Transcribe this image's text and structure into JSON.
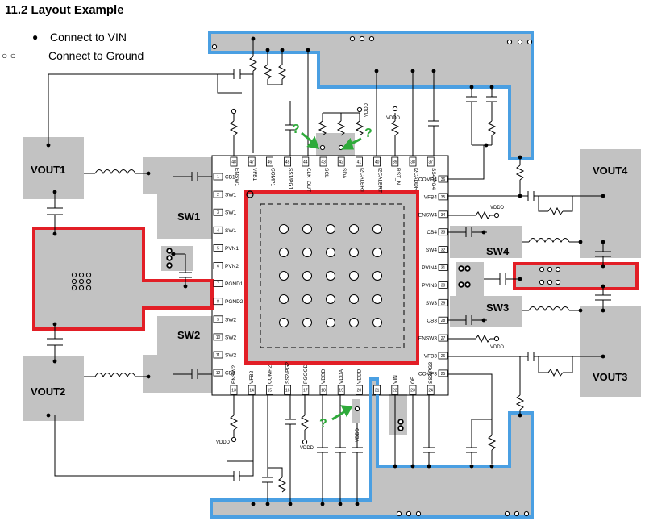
{
  "header": {
    "title": "11.2   Layout Example"
  },
  "legend": {
    "vin": "Connect to VIN",
    "ground": "Connect to Ground"
  },
  "nodes": {
    "vout1": "VOUT1",
    "vout2": "VOUT2",
    "vout3": "VOUT3",
    "vout4": "VOUT4",
    "sw1": "SW1",
    "sw2": "SW2",
    "sw3": "SW3",
    "sw4": "SW4"
  },
  "vddd_labels": [
    "VDDD",
    "VDDD",
    "VDDD",
    "VDDD",
    "VDDD",
    "VDDD",
    "VDDD"
  ],
  "question_mark": "?",
  "pins": {
    "left": [
      {
        "num": "1",
        "name": "CB1"
      },
      {
        "num": "2",
        "name": "SW1"
      },
      {
        "num": "3",
        "name": "SW1"
      },
      {
        "num": "4",
        "name": "SW1"
      },
      {
        "num": "5",
        "name": "PVN1"
      },
      {
        "num": "6",
        "name": "PVN2"
      },
      {
        "num": "7",
        "name": "PGND1"
      },
      {
        "num": "8",
        "name": "PGND2"
      },
      {
        "num": "9",
        "name": "SW2"
      },
      {
        "num": "10",
        "name": "SW2"
      },
      {
        "num": "11",
        "name": "SW2"
      },
      {
        "num": "12",
        "name": "CB2"
      }
    ],
    "right": [
      {
        "num": "36",
        "name": "COMP4"
      },
      {
        "num": "35",
        "name": "VFB4"
      },
      {
        "num": "34",
        "name": "ENSW4"
      },
      {
        "num": "33",
        "name": "CB4"
      },
      {
        "num": "32",
        "name": "SW4"
      },
      {
        "num": "31",
        "name": "PVIN4"
      },
      {
        "num": "30",
        "name": "PVIN3"
      },
      {
        "num": "29",
        "name": "SW3"
      },
      {
        "num": "28",
        "name": "CB3"
      },
      {
        "num": "27",
        "name": "ENSW3"
      },
      {
        "num": "26",
        "name": "VFB3"
      },
      {
        "num": "25",
        "name": "COMP3"
      }
    ],
    "top": [
      {
        "num": "48",
        "name": "ENSW1"
      },
      {
        "num": "47",
        "name": "VFB1"
      },
      {
        "num": "46",
        "name": "COMP1"
      },
      {
        "num": "45",
        "name": "SS1/PG1"
      },
      {
        "num": "44",
        "name": "CLK_OUT"
      },
      {
        "num": "43",
        "name": "SCL"
      },
      {
        "num": "42",
        "name": "SDA"
      },
      {
        "num": "41",
        "name": "I2CALERT"
      },
      {
        "num": "40",
        "name": "I2CALERT"
      },
      {
        "num": "39",
        "name": "RST_N"
      },
      {
        "num": "38",
        "name": "I2CADDR"
      },
      {
        "num": "37",
        "name": "SS4/PG4"
      }
    ],
    "bottom": [
      {
        "num": "13",
        "name": "ENSW2"
      },
      {
        "num": "14",
        "name": "VFB2"
      },
      {
        "num": "15",
        "name": "COMP2"
      },
      {
        "num": "16",
        "name": "SS2/PG2"
      },
      {
        "num": "17",
        "name": "PGOOD"
      },
      {
        "num": "18",
        "name": "VDDD"
      },
      {
        "num": "19",
        "name": "VDDA"
      },
      {
        "num": "20",
        "name": "VDDD"
      },
      {
        "num": "21",
        "name": ""
      },
      {
        "num": "22",
        "name": "VIN"
      },
      {
        "num": "23",
        "name": "OE"
      },
      {
        "num": "24",
        "name": "SS3/PG3"
      }
    ]
  },
  "colors": {
    "copper": "#c2c2c2",
    "ground_outline": "#e21e26",
    "vin_outline": "#4a9fe2",
    "arrow": "#2eaa3a",
    "line": "#000000"
  }
}
